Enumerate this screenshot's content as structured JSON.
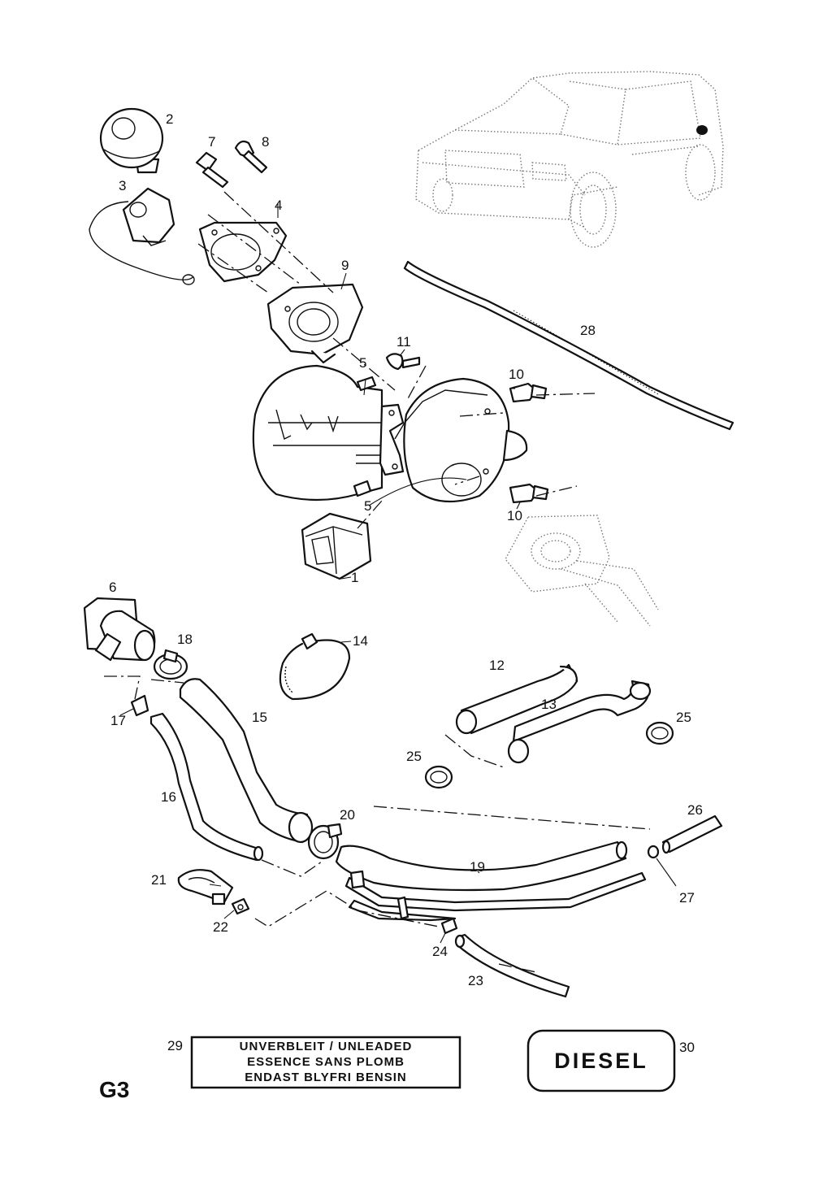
{
  "sheet_code": "G3",
  "callouts": [
    {
      "id": "c1",
      "text": "1"
    },
    {
      "id": "c2",
      "text": "2"
    },
    {
      "id": "c3",
      "text": "3"
    },
    {
      "id": "c4",
      "text": "4"
    },
    {
      "id": "c5a",
      "text": "5"
    },
    {
      "id": "c5b",
      "text": "5"
    },
    {
      "id": "c6",
      "text": "6"
    },
    {
      "id": "c7",
      "text": "7"
    },
    {
      "id": "c8",
      "text": "8"
    },
    {
      "id": "c9",
      "text": "9"
    },
    {
      "id": "c10a",
      "text": "10"
    },
    {
      "id": "c10b",
      "text": "10"
    },
    {
      "id": "c11",
      "text": "11"
    },
    {
      "id": "c12",
      "text": "12"
    },
    {
      "id": "c13",
      "text": "13"
    },
    {
      "id": "c14",
      "text": "14"
    },
    {
      "id": "c15",
      "text": "15"
    },
    {
      "id": "c16",
      "text": "16"
    },
    {
      "id": "c17",
      "text": "17"
    },
    {
      "id": "c18",
      "text": "18"
    },
    {
      "id": "c19",
      "text": "19"
    },
    {
      "id": "c20",
      "text": "20"
    },
    {
      "id": "c21",
      "text": "21"
    },
    {
      "id": "c22",
      "text": "22"
    },
    {
      "id": "c23",
      "text": "23"
    },
    {
      "id": "c24",
      "text": "24"
    },
    {
      "id": "c25a",
      "text": "25"
    },
    {
      "id": "c25b",
      "text": "25"
    },
    {
      "id": "c26",
      "text": "26"
    },
    {
      "id": "c27",
      "text": "27"
    },
    {
      "id": "c28",
      "text": "28"
    },
    {
      "id": "c29",
      "text": "29"
    },
    {
      "id": "c30",
      "text": "30"
    }
  ],
  "unleaded_label": {
    "line1": "UNVERBLEIT / UNLEADED",
    "line2": "ESSENCE SANS PLOMB",
    "line3": "ENDAST BLYFRI BENSIN"
  },
  "diesel_label": {
    "text": "DIESEL"
  }
}
